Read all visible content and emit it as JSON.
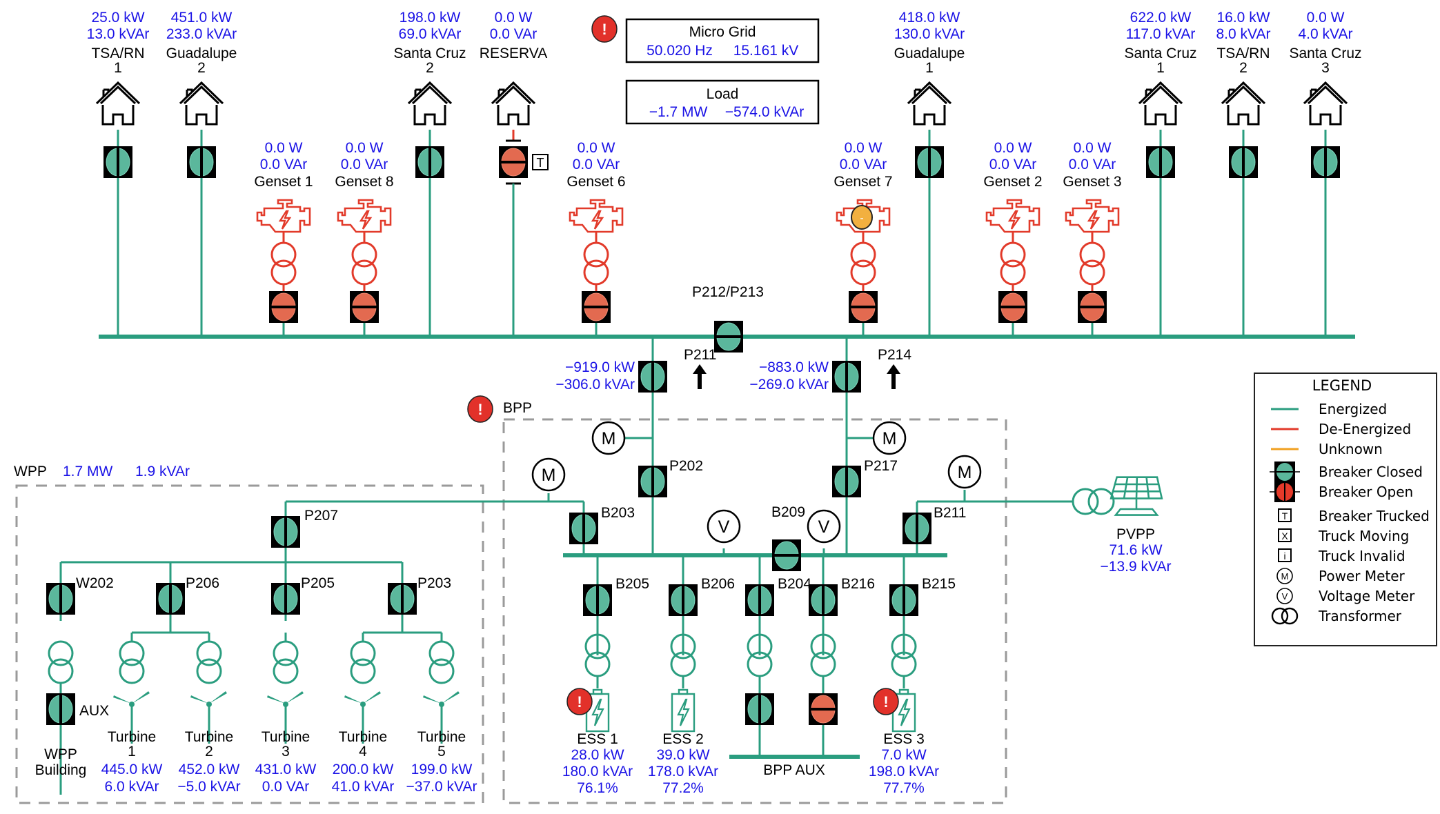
{
  "colors": {
    "energized": "#2a9d7f",
    "deenergized": "#e23a2a",
    "unknown": "#f0a020",
    "breaker_closed_fill": "#5bb79c",
    "breaker_open_fill": "#e36a50",
    "value_text": "#1a12e6",
    "alarm": "#e2312a",
    "dashed_border": "#9a9a9a"
  },
  "micro_grid": {
    "title": "Micro Grid",
    "frequency": "50.020 Hz",
    "voltage": "15.161 kV"
  },
  "load": {
    "title": "Load",
    "active": "−1.7 MW",
    "reactive": "−574.0 kVAr"
  },
  "feeders": [
    {
      "name": "TSA/RN",
      "num": "1",
      "p": "25.0 kW",
      "q": "13.0 kVAr",
      "breaker": "closed"
    },
    {
      "name": "Guadalupe",
      "num": "2",
      "p": "451.0 kW",
      "q": "233.0 kVAr",
      "breaker": "closed"
    },
    {
      "name": "Santa Cruz",
      "num": "2",
      "p": "198.0 kW",
      "q": "69.0 kVAr",
      "breaker": "closed"
    },
    {
      "name": "RESERVA",
      "num": "",
      "p": "0.0 W",
      "q": "0.0 VAr",
      "breaker": "open-trucked",
      "truck_flag": "T"
    },
    {
      "name": "Guadalupe",
      "num": "1",
      "p": "418.0 kW",
      "q": "130.0 kVAr",
      "breaker": "closed"
    },
    {
      "name": "Santa Cruz",
      "num": "1",
      "p": "622.0 kW",
      "q": "117.0 kVAr",
      "breaker": "closed"
    },
    {
      "name": "TSA/RN",
      "num": "2",
      "p": "16.0 kW",
      "q": "8.0 kVAr",
      "breaker": "closed"
    },
    {
      "name": "Santa Cruz",
      "num": "3",
      "p": "0.0 W",
      "q": "4.0 kVAr",
      "breaker": "closed"
    }
  ],
  "gensets": [
    {
      "name": "Genset 1",
      "p": "0.0 W",
      "q": "0.0 VAr",
      "status": "de-energized"
    },
    {
      "name": "Genset 8",
      "p": "0.0 W",
      "q": "0.0 VAr",
      "status": "de-energized"
    },
    {
      "name": "Genset 6",
      "p": "0.0 W",
      "q": "0.0 VAr",
      "status": "de-energized"
    },
    {
      "name": "Genset 7",
      "p": "0.0 W",
      "q": "0.0 VAr",
      "status": "unknown",
      "badge": "-"
    },
    {
      "name": "Genset 2",
      "p": "0.0 W",
      "q": "0.0 VAr",
      "status": "de-energized"
    },
    {
      "name": "Genset 3",
      "p": "0.0 W",
      "q": "0.0 VAr",
      "status": "de-energized"
    }
  ],
  "main_bus": {
    "tie_breaker": "P212/P213"
  },
  "ties": [
    {
      "name": "P211",
      "p": "−919.0 kW",
      "q": "−306.0 kVAr"
    },
    {
      "name": "P214",
      "p": "−883.0 kW",
      "q": "−269.0 kVAr"
    }
  ],
  "bpp": {
    "title": "BPP",
    "breakers": {
      "p202": "P202",
      "p217": "P217",
      "b203": "B203",
      "b209": "B209",
      "b211": "B211",
      "b205": "B205",
      "b206": "B206",
      "b204": "B204",
      "b216": "B216",
      "b215": "B215"
    },
    "meter_label": "M",
    "voltmeter_label": "V",
    "aux_title": "BPP AUX",
    "ess": [
      {
        "name": "ESS 1",
        "p": "28.0 kW",
        "q": "180.0 kVAr",
        "soc": "76.1%",
        "alarm": true
      },
      {
        "name": "ESS 2",
        "p": "39.0 kW",
        "q": "178.0 kVAr",
        "soc": "77.2%",
        "alarm": false
      },
      {
        "name": "ESS 3",
        "p": "7.0 kW",
        "q": "198.0 kVAr",
        "soc": "77.7%",
        "alarm": true
      }
    ]
  },
  "wpp": {
    "title": "WPP",
    "p": "1.7 MW",
    "q": "1.9 kVAr",
    "breakers": {
      "p207": "P207",
      "w202": "W202",
      "p206": "P206",
      "p205": "P205",
      "p203": "P203",
      "aux": "AUX"
    },
    "building": [
      "WPP",
      "Building"
    ],
    "turbines": [
      {
        "name": "Turbine",
        "num": "1",
        "p": "445.0 kW",
        "q": "6.0 kVAr"
      },
      {
        "name": "Turbine",
        "num": "2",
        "p": "452.0 kW",
        "q": "−5.0 kVAr"
      },
      {
        "name": "Turbine",
        "num": "3",
        "p": "431.0 kW",
        "q": "0.0 VAr"
      },
      {
        "name": "Turbine",
        "num": "4",
        "p": "200.0 kW",
        "q": "41.0 kVAr"
      },
      {
        "name": "Turbine",
        "num": "5",
        "p": "199.0 kW",
        "q": "−37.0 kVAr"
      }
    ]
  },
  "pvpp": {
    "title": "PVPP",
    "p": "71.6 kW",
    "q": "−13.9 kVAr"
  },
  "alarm_glyph": "!",
  "legend": {
    "title": "LEGEND",
    "items": [
      {
        "icon": "line-energized",
        "label": "Energized"
      },
      {
        "icon": "line-deenergized",
        "label": "De-Energized"
      },
      {
        "icon": "line-unknown",
        "label": "Unknown"
      },
      {
        "icon": "breaker-closed",
        "label": "Breaker Closed"
      },
      {
        "icon": "breaker-open",
        "label": "Breaker Open"
      },
      {
        "icon": "truck-T",
        "glyph": "T",
        "label": "Breaker Trucked"
      },
      {
        "icon": "truck-X",
        "glyph": "X",
        "label": "Truck Moving"
      },
      {
        "icon": "truck-i",
        "glyph": "i",
        "label": "Truck Invalid"
      },
      {
        "icon": "power-meter",
        "glyph": "M",
        "label": "Power Meter"
      },
      {
        "icon": "voltage-meter",
        "glyph": "V",
        "label": "Voltage Meter"
      },
      {
        "icon": "transformer",
        "label": "Transformer"
      }
    ]
  }
}
